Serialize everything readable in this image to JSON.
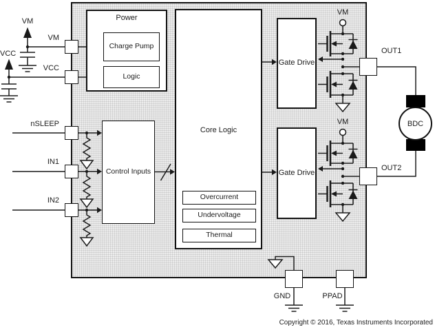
{
  "labels": {
    "vm_supply": "VM",
    "vcc_supply": "VCC",
    "vm_pin": "VM",
    "vcc_pin": "VCC",
    "nsleep_pin": "nSLEEP",
    "in1_pin": "IN1",
    "in2_pin": "IN2",
    "out1_pin": "OUT1",
    "out2_pin": "OUT2",
    "gnd_pin": "GND",
    "ppad_pin": "PPAD",
    "power": "Power",
    "charge_pump": "Charge Pump",
    "logic": "Logic",
    "control_inputs": "Control Inputs",
    "core_logic": "Core Logic",
    "overcurrent": "Overcurrent",
    "undervoltage": "Undervoltage",
    "thermal": "Thermal",
    "gate_drive_top": "Gate Drive",
    "gate_drive_bottom": "Gate Drive",
    "vm_rail_top": "VM",
    "vm_rail_bottom": "VM",
    "motor": "BDC",
    "copyright": "Copyright © 2016, Texas Instruments Incorporated"
  },
  "colors": {
    "line": "#1a1a1a",
    "chip_fill": "#ececec",
    "box_fill": "#ffffff",
    "motor_terminal": "#000000"
  }
}
